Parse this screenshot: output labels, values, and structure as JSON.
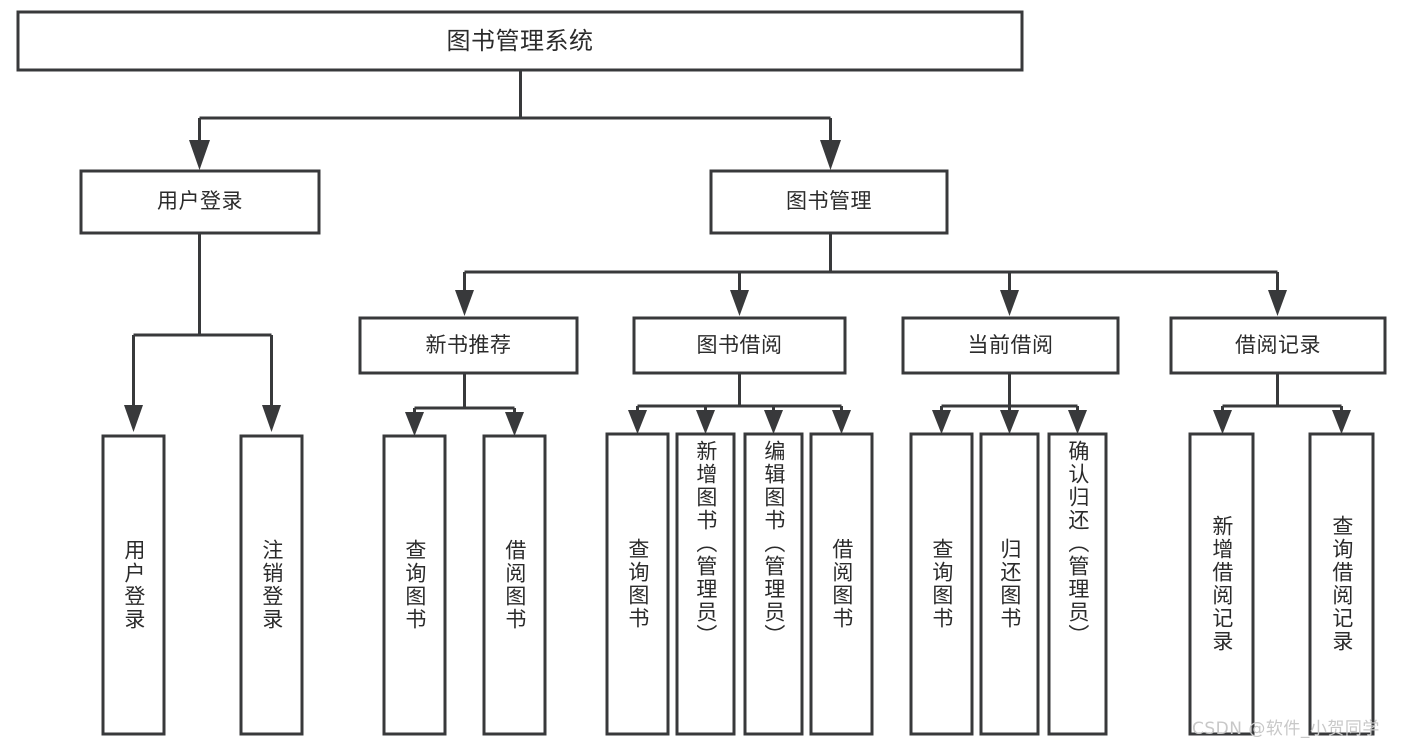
{
  "diagram": {
    "title": "图书管理系统",
    "type": "hierarchy-tree",
    "root": {
      "id": "root",
      "label": "图书管理系统",
      "orientation": "horizontal"
    },
    "level1": [
      {
        "id": "user-login",
        "label": "用户登录",
        "orientation": "horizontal"
      },
      {
        "id": "book-management",
        "label": "图书管理",
        "orientation": "horizontal"
      }
    ],
    "level2": [
      {
        "id": "new-book-recommend",
        "label": "新书推荐",
        "parent": "book-management",
        "orientation": "horizontal"
      },
      {
        "id": "book-borrow",
        "label": "图书借阅",
        "parent": "book-management",
        "orientation": "horizontal"
      },
      {
        "id": "current-borrow",
        "label": "当前借阅",
        "parent": "book-management",
        "orientation": "horizontal"
      },
      {
        "id": "borrow-record",
        "label": "借阅记录",
        "parent": "book-management",
        "orientation": "horizontal"
      }
    ],
    "leaves": [
      {
        "id": "leaf-user-login",
        "label": "用户登录",
        "parent": "user-login",
        "orientation": "vertical"
      },
      {
        "id": "leaf-logout",
        "label": "注销登录",
        "parent": "user-login",
        "orientation": "vertical"
      },
      {
        "id": "leaf-query-book-1",
        "label": "查询图书",
        "parent": "new-book-recommend",
        "orientation": "vertical"
      },
      {
        "id": "leaf-borrow-book-1",
        "label": "借阅图书",
        "parent": "new-book-recommend",
        "orientation": "vertical"
      },
      {
        "id": "leaf-query-book-2",
        "label": "查询图书",
        "parent": "book-borrow",
        "orientation": "vertical"
      },
      {
        "id": "leaf-add-book",
        "label": "新增图书（管理员）",
        "parent": "book-borrow",
        "orientation": "vertical"
      },
      {
        "id": "leaf-edit-book",
        "label": "编辑图书（管理员）",
        "parent": "book-borrow",
        "orientation": "vertical"
      },
      {
        "id": "leaf-borrow-book-2",
        "label": "借阅图书",
        "parent": "book-borrow",
        "orientation": "vertical"
      },
      {
        "id": "leaf-query-book-3",
        "label": "查询图书",
        "parent": "current-borrow",
        "orientation": "vertical"
      },
      {
        "id": "leaf-return-book",
        "label": "归还图书",
        "parent": "current-borrow",
        "orientation": "vertical"
      },
      {
        "id": "leaf-confirm-return",
        "label": "确认归还（管理员）",
        "parent": "current-borrow",
        "orientation": "vertical"
      },
      {
        "id": "leaf-add-record",
        "label": "新增借阅记录",
        "parent": "borrow-record",
        "orientation": "vertical"
      },
      {
        "id": "leaf-query-record",
        "label": "查询借阅记录",
        "parent": "borrow-record",
        "orientation": "vertical"
      }
    ],
    "colors": {
      "stroke": "#38393b",
      "fill": "#ffffff",
      "text": "#2b2b2b",
      "background": "#ffffff",
      "watermark": "#c8c8c8"
    }
  },
  "watermark": {
    "text": "CSDN @软件_小贺同学"
  }
}
